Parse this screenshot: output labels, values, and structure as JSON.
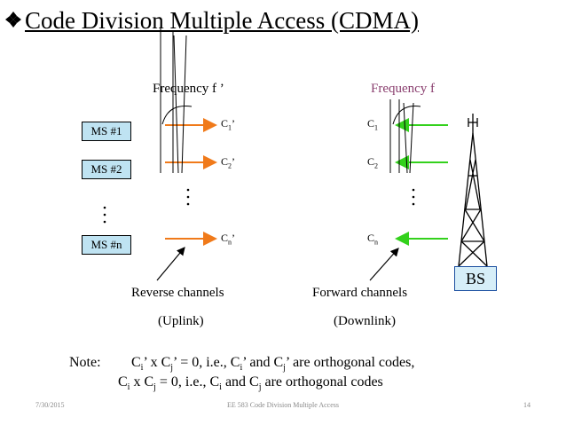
{
  "title": "Code Division Multiple Access (CDMA)",
  "bullet_icon": "diamond-bullet-icon",
  "reverse": {
    "freq_label": "Frequency f ’",
    "ms_boxes": [
      "MS #1",
      "MS #2",
      "MS #n"
    ],
    "codes": [
      {
        "base": "C",
        "sub": "1",
        "tail": "’"
      },
      {
        "base": "C",
        "sub": "2",
        "tail": "’"
      },
      {
        "base": "C",
        "sub": "n",
        "tail": "’"
      }
    ],
    "channels_label": "Reverse channels",
    "link_label": "(Uplink)",
    "arrow_color": "#f07a1a"
  },
  "forward": {
    "freq_label": "Frequency f",
    "freq_color": "#8a3f6f",
    "codes": [
      {
        "base": "C",
        "sub": "1",
        "tail": ""
      },
      {
        "base": "C",
        "sub": "2",
        "tail": ""
      },
      {
        "base": "C",
        "sub": "n",
        "tail": ""
      }
    ],
    "channels_label": "Forward channels",
    "link_label": "(Downlink)",
    "arrow_color": "#33d11c"
  },
  "bs_label": "BS",
  "note": {
    "prefix": "Note:",
    "line1": [
      {
        "t": "C"
      },
      {
        "sub": "i"
      },
      {
        "t": "’ x C"
      },
      {
        "sub": "j"
      },
      {
        "t": "’ = 0,  i.e.,  C"
      },
      {
        "sub": "i"
      },
      {
        "t": "’ and C"
      },
      {
        "sub": "j"
      },
      {
        "t": "’ are orthogonal codes,"
      }
    ],
    "line2": [
      {
        "t": "C"
      },
      {
        "sub": "i"
      },
      {
        "t": " x C"
      },
      {
        "sub": "j"
      },
      {
        "t": " = 0,  i.e.,  C"
      },
      {
        "sub": "i"
      },
      {
        "t": " and C"
      },
      {
        "sub": "j"
      },
      {
        "t": " are orthogonal codes"
      }
    ]
  },
  "footer": {
    "date": "7/30/2015",
    "course": "EE 583 Code Division Multiple Access",
    "page": "14"
  }
}
